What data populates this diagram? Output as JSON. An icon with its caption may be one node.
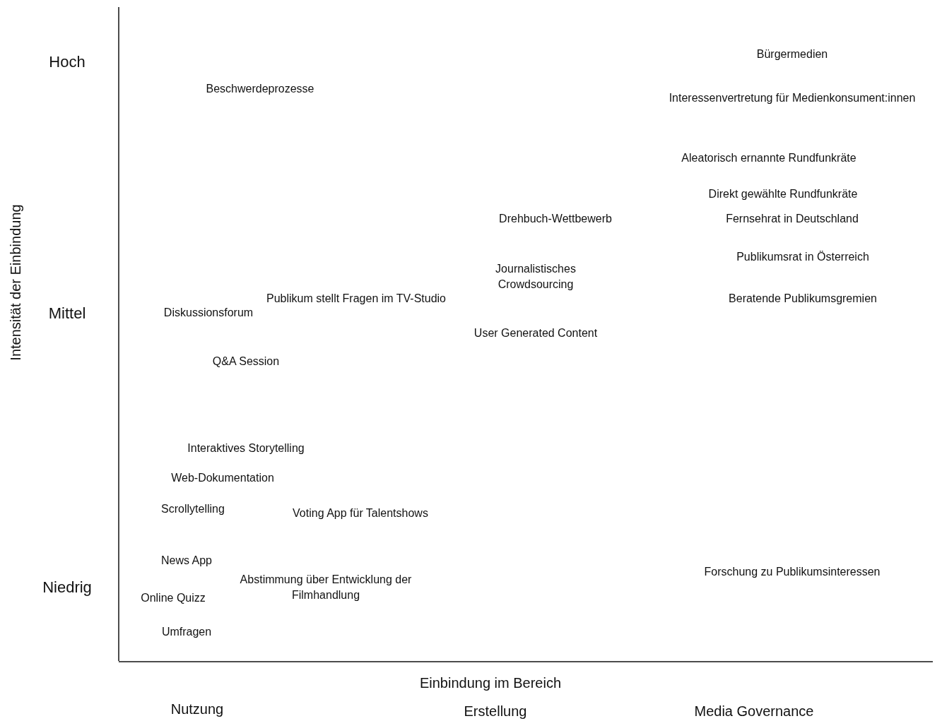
{
  "diagram": {
    "labels": [
      "Hoch",
      "Bürgermedien",
      "Beschwerdeprozesse",
      "Interessenvertretung für Medienkonsument:innen",
      "Aleatorisch ernannte Rundfunkräte",
      "Direkt gewählte Rundfunkräte",
      "Drehbuch-Wettbewerb",
      "Fernsehrat in Deutschland",
      "Publikumsrat in Österreich",
      "Journalistisches Crowdsourcing",
      "Publikum stellt Fragen im TV-Studio",
      "Beratende Publikumsgremien",
      "Mittel",
      "Diskussionsforum",
      "User Generated Content",
      "Q&A Session",
      "Interaktives Storytelling",
      "Web-Dokumentation",
      "Scrollytelling",
      "Voting App für Talentshows",
      "News App",
      "Forschung zu Publikumsinteressen",
      "Abstimmung über Entwicklung der Filmhandlung",
      "Niedrig",
      "Online Quizz",
      "Umfragen",
      "Intensität der Einbindung",
      "Einbindung im Bereich",
      "Nutzung",
      "Erstellung",
      "Media Governance"
    ]
  }
}
